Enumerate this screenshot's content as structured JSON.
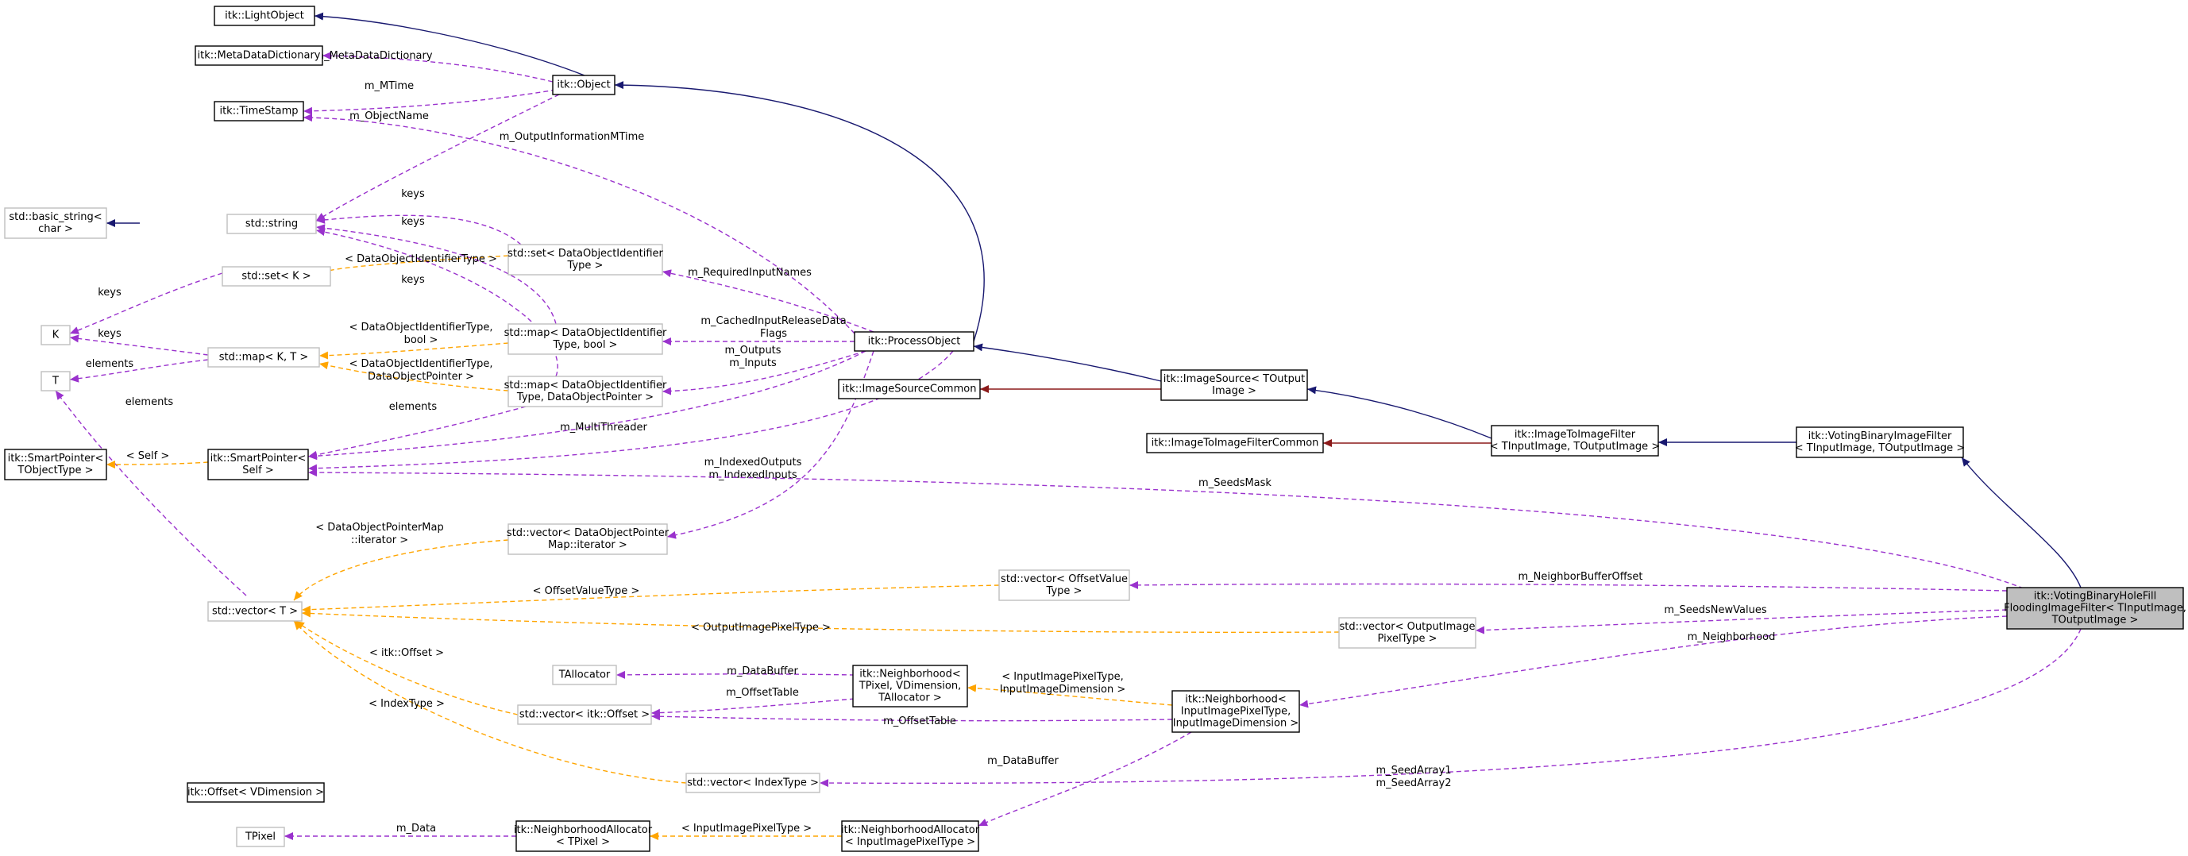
{
  "nodes": {
    "light_object": {
      "lines": [
        "itk::LightObject"
      ],
      "style": "normal"
    },
    "metadata_dict": {
      "lines": [
        "itk::MetaDataDictionary"
      ],
      "style": "normal"
    },
    "timestamp": {
      "lines": [
        "itk::TimeStamp"
      ],
      "style": "normal"
    },
    "object": {
      "lines": [
        "itk::Object"
      ],
      "style": "normal"
    },
    "basic_string": {
      "lines": [
        "std::basic_string<",
        "char >"
      ],
      "style": "ext"
    },
    "string": {
      "lines": [
        "std::string"
      ],
      "style": "ext"
    },
    "set_k": {
      "lines": [
        "std::set< K >"
      ],
      "style": "ext"
    },
    "set_doi": {
      "lines": [
        "std::set< DataObjectIdentifier",
        "Type >"
      ],
      "style": "ext"
    },
    "k": {
      "lines": [
        "K"
      ],
      "style": "ext"
    },
    "t": {
      "lines": [
        "T"
      ],
      "style": "ext"
    },
    "map_kt": {
      "lines": [
        "std::map< K, T >"
      ],
      "style": "ext"
    },
    "map_doi_bool": {
      "lines": [
        "std::map< DataObjectIdentifier",
        "Type, bool >"
      ],
      "style": "ext"
    },
    "map_doi_ptr": {
      "lines": [
        "std::map< DataObjectIdentifier",
        "Type, DataObjectPointer >"
      ],
      "style": "ext"
    },
    "process_object": {
      "lines": [
        "itk::ProcessObject"
      ],
      "style": "normal"
    },
    "image_source_common": {
      "lines": [
        "itk::ImageSourceCommon"
      ],
      "style": "normal"
    },
    "image_source": {
      "lines": [
        "itk::ImageSource< TOutput",
        "Image >"
      ],
      "style": "normal"
    },
    "i2i_common": {
      "lines": [
        "itk::ImageToImageFilterCommon"
      ],
      "style": "normal"
    },
    "i2i_filter": {
      "lines": [
        "itk::ImageToImageFilter",
        "< TInputImage, TOutputImage >"
      ],
      "style": "normal"
    },
    "voting_filter": {
      "lines": [
        "itk::VotingBinaryImageFilter",
        "< TInputImage, TOutputImage >"
      ],
      "style": "normal"
    },
    "smartpointer_objtype": {
      "lines": [
        "itk::SmartPointer<",
        "TObjectType >"
      ],
      "style": "normal"
    },
    "smartpointer_self": {
      "lines": [
        "itk::SmartPointer<",
        "Self >"
      ],
      "style": "normal"
    },
    "vector_dop_map": {
      "lines": [
        "std::vector< DataObjectPointer",
        "Map::iterator >"
      ],
      "style": "ext"
    },
    "vector_t": {
      "lines": [
        "std::vector< T >"
      ],
      "style": "ext"
    },
    "vector_offset_value": {
      "lines": [
        "std::vector< OffsetValue",
        "Type >"
      ],
      "style": "ext"
    },
    "vector_output_pixel": {
      "lines": [
        "std::vector< OutputImage",
        "PixelType >"
      ],
      "style": "ext"
    },
    "hole_fill_filter": {
      "lines": [
        "itk::VotingBinaryHoleFill",
        "FloodingImageFilter< TInputImage,",
        "TOutputImage >"
      ],
      "style": "focus"
    },
    "tallocator": {
      "lines": [
        "TAllocator"
      ],
      "style": "ext"
    },
    "neighborhood_tpixel": {
      "lines": [
        "itk::Neighborhood<",
        "TPixel, VDimension,",
        "TAllocator >"
      ],
      "style": "normal"
    },
    "vector_itk_offset": {
      "lines": [
        "std::vector< itk::Offset >"
      ],
      "style": "ext"
    },
    "neighborhood_input": {
      "lines": [
        "itk::Neighborhood<",
        "InputImagePixelType,",
        "InputImageDimension >"
      ],
      "style": "normal"
    },
    "offset_vdim": {
      "lines": [
        "itk::Offset< VDimension >"
      ],
      "style": "normal"
    },
    "vector_index": {
      "lines": [
        "std::vector< IndexType >"
      ],
      "style": "ext"
    },
    "tpixel": {
      "lines": [
        "TPixel"
      ],
      "style": "ext"
    },
    "nalloc_tpixel": {
      "lines": [
        "itk::NeighborhoodAllocator",
        "< TPixel >"
      ],
      "style": "normal"
    },
    "nalloc_input": {
      "lines": [
        "itk::NeighborhoodAllocator",
        "< InputImagePixelType >"
      ],
      "style": "normal"
    }
  },
  "edges": [
    {
      "kind": "inherit",
      "label": [],
      "color": "#191970"
    },
    {
      "kind": "inherit",
      "label": [],
      "color": "#191970"
    },
    {
      "kind": "inherit",
      "label": [],
      "color": "#191970"
    },
    {
      "kind": "inherit",
      "label": [],
      "color": "#191970"
    },
    {
      "kind": "inherit",
      "label": [],
      "color": "#191970"
    },
    {
      "kind": "inherit",
      "label": [],
      "color": "#191970"
    },
    {
      "kind": "inherit",
      "label": [],
      "color": "#191970"
    },
    {
      "kind": "inherit",
      "label": [],
      "color": "#8b1a1a"
    },
    {
      "kind": "inherit",
      "label": [],
      "color": "#8b1a1a"
    },
    {
      "kind": "usage",
      "label": [
        "m_MetaDataDictionary"
      ],
      "color": "#9a32cd"
    },
    {
      "kind": "usage",
      "label": [
        "m_MTime"
      ],
      "color": "#9a32cd"
    },
    {
      "kind": "usage",
      "label": [
        "m_ObjectName"
      ],
      "color": "#9a32cd"
    },
    {
      "kind": "usage",
      "label": [
        "m_OutputInformationMTime"
      ],
      "color": "#9a32cd"
    },
    {
      "kind": "usage",
      "label": [
        "keys"
      ],
      "color": "#9a32cd"
    },
    {
      "kind": "usage",
      "label": [
        "keys"
      ],
      "color": "#9a32cd"
    },
    {
      "kind": "usage",
      "label": [
        "keys"
      ],
      "color": "#9a32cd"
    },
    {
      "kind": "usage",
      "label": [
        "keys"
      ],
      "color": "#9a32cd"
    },
    {
      "kind": "usage",
      "label": [
        "keys"
      ],
      "color": "#9a32cd"
    },
    {
      "kind": "usage",
      "label": [
        "elements"
      ],
      "color": "#9a32cd"
    },
    {
      "kind": "usage",
      "label": [
        "elements"
      ],
      "color": "#9a32cd"
    },
    {
      "kind": "usage",
      "label": [
        "elements"
      ],
      "color": "#9a32cd"
    },
    {
      "kind": "usage",
      "label": [
        "m_RequiredInputNames"
      ],
      "color": "#9a32cd"
    },
    {
      "kind": "usage",
      "label": [
        "m_CachedInputReleaseData",
        "Flags"
      ],
      "color": "#9a32cd"
    },
    {
      "kind": "usage",
      "label": [
        "m_Outputs",
        "m_Inputs"
      ],
      "color": "#9a32cd"
    },
    {
      "kind": "usage",
      "label": [
        "m_MultiThreader"
      ],
      "color": "#9a32cd"
    },
    {
      "kind": "usage",
      "label": [],
      "color": "#9a32cd"
    },
    {
      "kind": "usage",
      "label": [
        "m_IndexedOutputs",
        "m_IndexedInputs"
      ],
      "color": "#9a32cd"
    },
    {
      "kind": "usage",
      "label": [
        "m_SeedsMask"
      ],
      "color": "#9a32cd"
    },
    {
      "kind": "usage",
      "label": [
        "m_NeighborBufferOffset"
      ],
      "color": "#9a32cd"
    },
    {
      "kind": "usage",
      "label": [
        "m_SeedsNewValues"
      ],
      "color": "#9a32cd"
    },
    {
      "kind": "usage",
      "label": [
        "m_Neighborhood"
      ],
      "color": "#9a32cd"
    },
    {
      "kind": "usage",
      "label": [
        "m_SeedArray1",
        "m_SeedArray2"
      ],
      "color": "#9a32cd"
    },
    {
      "kind": "usage",
      "label": [
        "m_DataBuffer"
      ],
      "color": "#9a32cd"
    },
    {
      "kind": "usage",
      "label": [
        "m_OffsetTable"
      ],
      "color": "#9a32cd"
    },
    {
      "kind": "usage",
      "label": [
        "m_OffsetTable"
      ],
      "color": "#9a32cd"
    },
    {
      "kind": "usage",
      "label": [
        "m_DataBuffer"
      ],
      "color": "#9a32cd"
    },
    {
      "kind": "usage",
      "label": [
        "m_Data"
      ],
      "color": "#9a32cd"
    },
    {
      "kind": "template",
      "label": [
        "< DataObjectIdentifierType >"
      ],
      "color": "#ffa500"
    },
    {
      "kind": "template",
      "label": [
        "< DataObjectIdentifierType,",
        "bool >"
      ],
      "color": "#ffa500"
    },
    {
      "kind": "template",
      "label": [
        "< DataObjectIdentifierType,",
        "DataObjectPointer >"
      ],
      "color": "#ffa500"
    },
    {
      "kind": "template",
      "label": [
        "< Self >"
      ],
      "color": "#ffa500"
    },
    {
      "kind": "template",
      "label": [
        "< DataObjectPointerMap",
        "::iterator >"
      ],
      "color": "#ffa500"
    },
    {
      "kind": "template",
      "label": [
        "< OffsetValueType >"
      ],
      "color": "#ffa500"
    },
    {
      "kind": "template",
      "label": [
        "< OutputImagePixelType >"
      ],
      "color": "#ffa500"
    },
    {
      "kind": "template",
      "label": [
        "< itk::Offset >"
      ],
      "color": "#ffa500"
    },
    {
      "kind": "template",
      "label": [
        "< IndexType >"
      ],
      "color": "#ffa500"
    },
    {
      "kind": "template",
      "label": [
        "< InputImagePixelType,",
        "InputImageDimension >"
      ],
      "color": "#ffa500"
    },
    {
      "kind": "template",
      "label": [
        "< InputImagePixelType >"
      ],
      "color": "#ffa500"
    }
  ]
}
